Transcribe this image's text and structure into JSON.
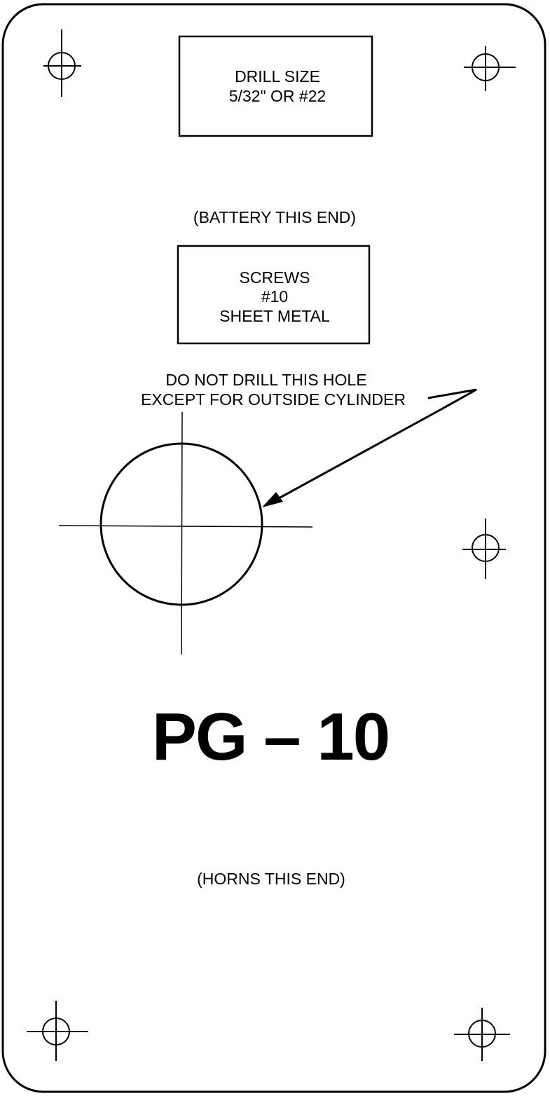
{
  "drill_box": {
    "line1": "DRILL SIZE",
    "line2": "5/32\" OR #22"
  },
  "battery_label": "(BATTERY THIS END)",
  "screws_box": {
    "line1": "SCREWS",
    "line2": "#10",
    "line3": "SHEET METAL"
  },
  "hole_note": {
    "line1": "DO NOT DRILL THIS HOLE",
    "line2": "EXCEPT FOR OUTSIDE CYLINDER"
  },
  "part_number": "PG – 10",
  "horns_label": "(HORNS THIS END)"
}
